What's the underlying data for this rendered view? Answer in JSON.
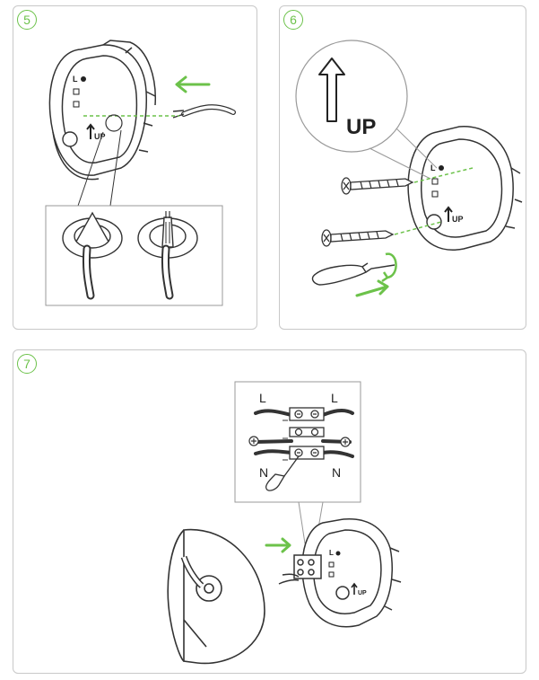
{
  "steps": [
    {
      "number": "5"
    },
    {
      "number": "6",
      "up_label": "UP"
    },
    {
      "number": "7",
      "wire_labels": {
        "L_left": "L",
        "L_right": "L",
        "N_left": "N",
        "N_right": "N"
      }
    }
  ],
  "base": {
    "letter_l": "L",
    "up_label": "UP"
  },
  "colors": {
    "accent": "#6cc24a",
    "line": "#333333",
    "panel_border": "#c8c8c8"
  }
}
